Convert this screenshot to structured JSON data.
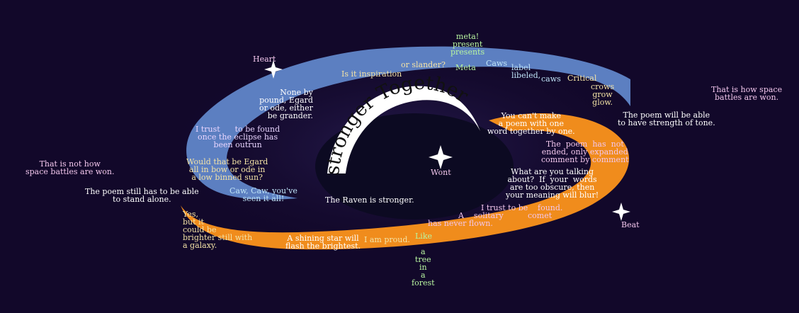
{
  "title": "stronger Together.",
  "colors": {
    "background": "#12082a",
    "blue_arm": "#5c7fc1",
    "orange_arm": "#f08c1c",
    "core": "#0c0a22"
  },
  "stars": [
    "Heart",
    "Wont",
    "Beat"
  ],
  "phrases": {
    "meta_stack": "meta!\npresent\npresents",
    "meta": "Meta",
    "caws_top": "Caws",
    "label_libeled": "label\nlibeled,",
    "caws": "caws",
    "critical": "Critical",
    "crows_grow_glow": "crows\ngrow\nglow.",
    "or_slander": "or slander?",
    "is_it_inspiration": "Is it inspiration",
    "none_by_pound": "None by\npound, Egard\nor ode, either\nbe grander.",
    "i_trust_to_be_found_eclipse": "I trust      to be found\nonce the eclipse has\nbeen outrun",
    "would_that_be_egard": "Would that be Egard\nall in bow or ode in\na low binned sun?",
    "caw_caw": "Caw, Caw, you've\nseen it all!",
    "raven_is_stronger": "The Raven is stronger.",
    "space_battles_not": "That is not how\nspace battles are won.",
    "poem_stand_alone": "The poem still has to be able\nto stand alone.",
    "space_battles_won": "That is how space\nbattles are won.",
    "poem_strength_of_tone": "The poem will be able\nto have strength of tone.",
    "cant_make_poem": "You can't make\na poem with one\nword together by one.",
    "poem_not_ended": "The  poem  has  not\nended, only expanded\ncomment by comment",
    "what_are_you_talking": "What are you talking\nabout?  If  your  words\nare too obscure, then\nyour meaning will blur!",
    "i_trust_found": "I trust to be",
    "found": "found.",
    "a_solitary": "A    solitary",
    "comet": "comet",
    "never_flown": "has never flown.",
    "yes_but_it": "Yes,\nbut it\ncould be\nbrighter still with\na galaxy.",
    "shining_star": "A shining star will\nflash the brightest.",
    "i_am_proud": "I am proud.",
    "like": "Like",
    "a_tree_forest": "a\ntree\nin\na\nforest"
  }
}
